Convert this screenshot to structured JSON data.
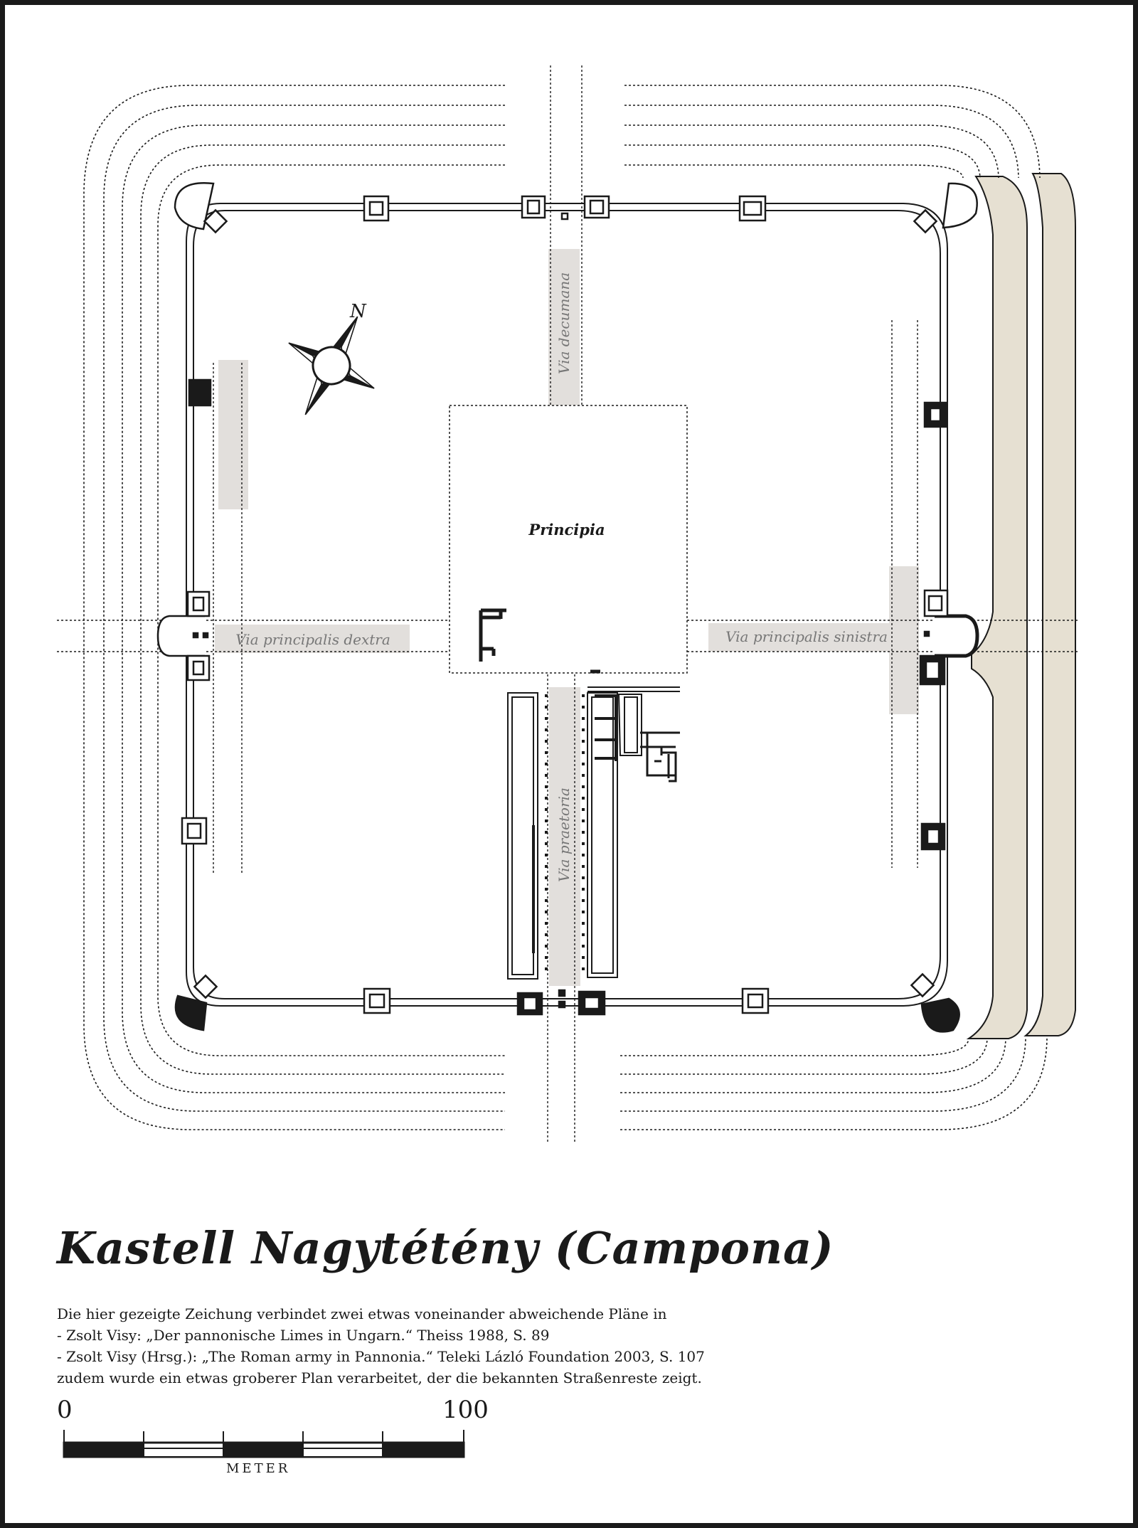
{
  "title": "Kastell Nagytétény (Campona)",
  "description": [
    "Die hier gezeigte Zeichung verbindet zwei etwas voneinander abweichende Pläne in",
    "- Zsolt Visy: „Der pannonische Limes in Ungarn.“ Theiss 1988, S. 89",
    "- Zsolt Visy (Hrsg.): „The Roman army in Pannonia.“ Teleki Lázló Foundation 2003, S. 107",
    "zudem wurde ein etwas groberer Plan verarbeitet, der die bekannten Straßenreste zeigt."
  ],
  "plan_labels": {
    "north": "N",
    "principia": "Principia",
    "via_decumana": "Via decumana",
    "via_praetoria": "Via praetoria",
    "via_principalis_dextra": "Via principalis dextra",
    "via_principalis_sinistra": "Via principalis sinistra"
  },
  "scale": {
    "start": "0",
    "end": "100",
    "unit": "METER"
  },
  "colors": {
    "ink": "#1a1a1a",
    "road_fill": "#e2dfdc",
    "ditch_fill": "#e6e0d2",
    "background": "#ffffff"
  }
}
